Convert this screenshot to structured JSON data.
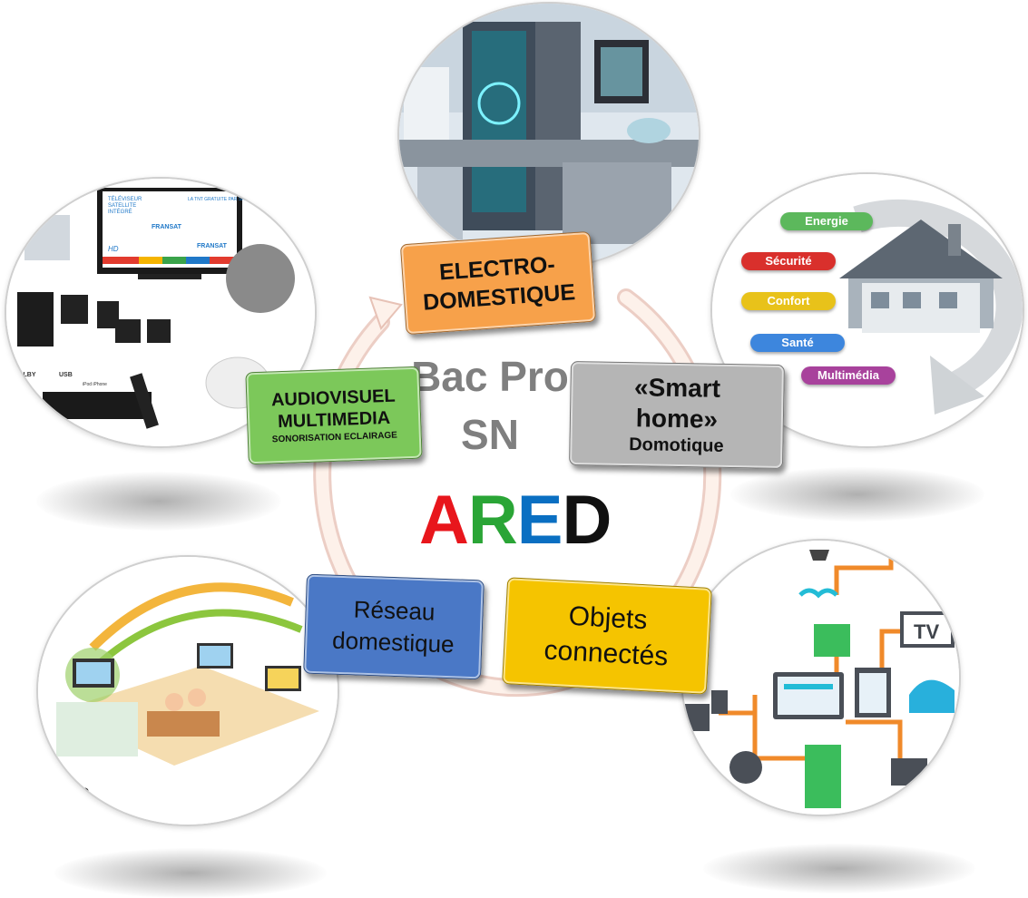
{
  "center": {
    "line1": "Bac Pro",
    "line2": "SN",
    "ared_letters": [
      {
        "char": "A",
        "color": "#e8161c"
      },
      {
        "char": "R",
        "color": "#2aa536"
      },
      {
        "char": "E",
        "color": "#0a6fc2"
      },
      {
        "char": "D",
        "color": "#111111"
      }
    ]
  },
  "boxes": {
    "electro": {
      "line1": "ELECTRO-",
      "line2": "DOMESTIQUE",
      "color": "#f7a14a"
    },
    "smart": {
      "line1": "«Smart",
      "line2": "home»",
      "sub": "Domotique",
      "color": "#b5b5b5"
    },
    "audio": {
      "line1": "AUDIOVISUEL",
      "line2": "MULTIMEDIA",
      "sub": "SONORISATION ECLAIRAGE",
      "color": "#7cc85a"
    },
    "reseau": {
      "line1": "Réseau",
      "line2": "domestique",
      "color": "#4a78c6"
    },
    "objets": {
      "line1": "Objets",
      "line2": "connectés",
      "color": "#f5c400"
    }
  },
  "domotique_pills": [
    {
      "label": "Energie",
      "color": "#5cb85c"
    },
    {
      "label": "Sécurité",
      "color": "#d9302c"
    },
    {
      "label": "Confort",
      "color": "#e8c21a"
    },
    {
      "label": "Santé",
      "color": "#3d86dd"
    },
    {
      "label": "Multimédia",
      "color": "#a8429c"
    }
  ],
  "audiovisual_panel": {
    "tv_lines": [
      "TÉLÉVISEUR",
      "SATELLITE",
      "INTÉGRÉ"
    ],
    "tv_corner": "LA TNT GRATUITE PAR SATELLITE",
    "brand": "FRANSAT",
    "hd": "HD",
    "badges": [
      "DOLBY",
      "HD",
      "USB",
      "iPod iPhone"
    ]
  },
  "network_panel": {
    "logo": "dlna"
  },
  "iot_panel": {
    "tv_label": "TV"
  }
}
